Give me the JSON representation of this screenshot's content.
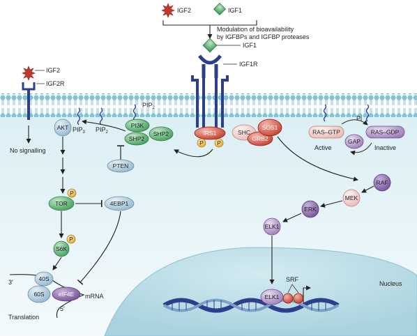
{
  "legend": {
    "igf2": "IGF2",
    "igf1": "IGF1"
  },
  "modulation_line1": "Modulation of bioavailability",
  "modulation_line2": "by IGFBPs and IGFBP proteases",
  "igf1_bound": "IGF1",
  "igf1r": "IGF1R",
  "igf2_left": "IGF2",
  "igf2r": "IGF2R",
  "no_signalling": "No signalling",
  "pip2_top_a": "PIP",
  "pip2_top_b": "2",
  "pip3_a": "PIP",
  "pip3_b": "3",
  "pip2_a": "PIP",
  "pip2_b": "2",
  "nodes": {
    "akt": "AKT",
    "pi3k": "PI3K",
    "shp2_a": "SHP2",
    "shp2_b": "SHP2",
    "irs1": "IRS1",
    "shc": "SHC",
    "grb2": "GRB2",
    "sos1": "SOS1",
    "ras_gtp": "RAS–GTP",
    "ras_gdp": "RAS–GDP",
    "gap": "GAP",
    "pten": "PTEN",
    "tor": "TOR",
    "4ebp1": "4EBP1",
    "s6k": "S6K",
    "raf": "RAF",
    "mek": "MEK",
    "erk": "ERK",
    "elk1_cyto": "ELK1",
    "elk1_nuc": "ELK1",
    "40s": "40S",
    "60s": "60S",
    "eif4e": "eIF4E"
  },
  "p": "P",
  "pi": "Pi",
  "active": "Active",
  "inactive": "Inactive",
  "srf": "SRF",
  "nucleus": "Nucleus",
  "mrna": "mRNA",
  "three_prime": "3′",
  "five_prime": "5′",
  "translation": "Translation",
  "colors": {
    "membrane_head": "#7fc6d9",
    "cytoplasm": "#e8f5f8",
    "nucleus": "#c4e2ea",
    "receptor": "#2b3f8c",
    "igf2_star": "#c0392b",
    "igf1_diamond": "#4caf7d"
  }
}
